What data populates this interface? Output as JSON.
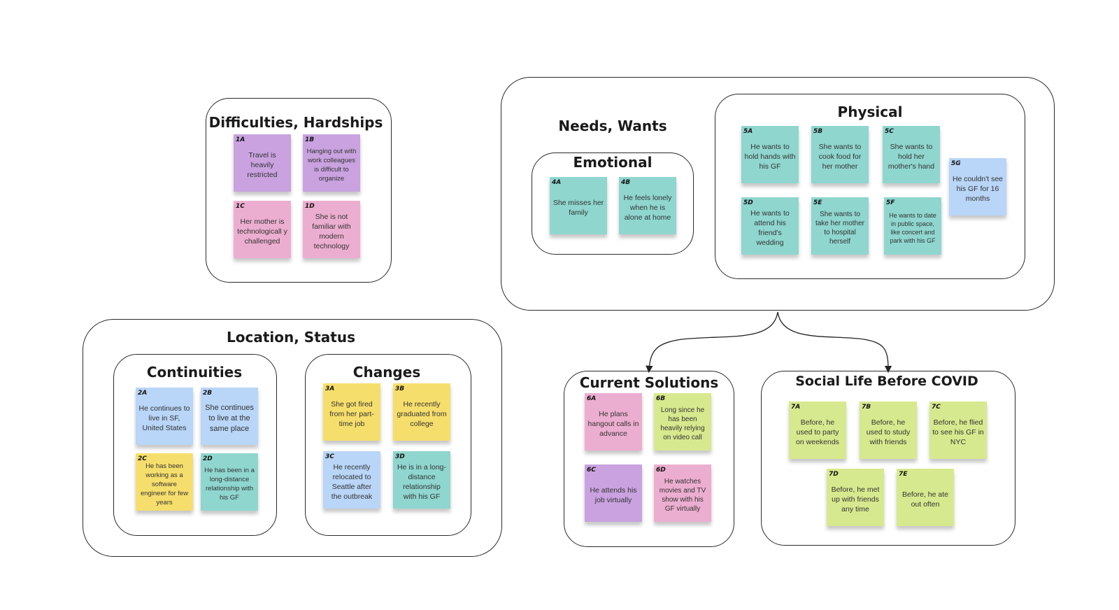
{
  "groups": {
    "difficulties": "Difficulties, Hardships",
    "needs": "Needs, Wants",
    "emotional": "Emotional",
    "physical": "Physical",
    "location": "Location, Status",
    "continuities": "Continuities",
    "changes": "Changes",
    "current_solutions": "Current Solutions",
    "social_life": "Social Life Before COVID"
  },
  "notes": {
    "n1a": {
      "tag": "1A",
      "text": "Travel is heavily restricted",
      "color": "#c9a2df"
    },
    "n1b": {
      "tag": "1B",
      "text": "Hanging out with work colleagues is difficult to organize",
      "color": "#c9a2df"
    },
    "n1c": {
      "tag": "1C",
      "text": "Her mother is technologicall y challenged",
      "color": "#ecaed0"
    },
    "n1d": {
      "tag": "1D",
      "text": "She is not familiar with modern technology",
      "color": "#ecaed0"
    },
    "n4a": {
      "tag": "4A",
      "text": "She misses her family",
      "color": "#8fd6cf"
    },
    "n4b": {
      "tag": "4B",
      "text": "He feels lonely when he is alone at home",
      "color": "#8fd6cf"
    },
    "n5a": {
      "tag": "5A",
      "text": "He wants to hold hands with his GF",
      "color": "#8fd6cf"
    },
    "n5b": {
      "tag": "5B",
      "text": "She wants to cook food for her mother",
      "color": "#8fd6cf"
    },
    "n5c": {
      "tag": "5C",
      "text": "She wants to hold her mother's hand",
      "color": "#8fd6cf"
    },
    "n5d": {
      "tag": "5D",
      "text": "He wants to attend his friend's wedding",
      "color": "#8fd6cf"
    },
    "n5e": {
      "tag": "5E",
      "text": "She wants to take her mother to hospital herself",
      "color": "#8fd6cf"
    },
    "n5f": {
      "tag": "5F",
      "text": "He wants to date in public space, like concert and park with his GF",
      "color": "#8fd6cf"
    },
    "n5g": {
      "tag": "5G",
      "text": "He couldn't see his GF for 16 months",
      "color": "#b9d5f7"
    },
    "n2a": {
      "tag": "2A",
      "text": "He continues to live in SF, United States",
      "color": "#b9d5f7"
    },
    "n2b": {
      "tag": "2B",
      "text": "She continues to live at the same place",
      "color": "#b9d5f7"
    },
    "n2c": {
      "tag": "2C",
      "text": "He has been working as a software engineer for few years",
      "color": "#f6de6c"
    },
    "n2d": {
      "tag": "2D",
      "text": "He has been in a long-distance relationship with his GF",
      "color": "#8fd6cf"
    },
    "n3a": {
      "tag": "3A",
      "text": "She got fired from her part-time job",
      "color": "#f6de6c"
    },
    "n3b": {
      "tag": "3B",
      "text": "He recently graduated from college",
      "color": "#f6de6c"
    },
    "n3c": {
      "tag": "3C",
      "text": "He recently relocated to Seattle after the outbreak",
      "color": "#b9d5f7"
    },
    "n3d": {
      "tag": "3D",
      "text": "He is in a long-distance relationship with his GF",
      "color": "#8fd6cf"
    },
    "n6a": {
      "tag": "6A",
      "text": "He plans hangout calls in advance",
      "color": "#ecaed0"
    },
    "n6b": {
      "tag": "6B",
      "text": "Long since he has been heavily relying on video call",
      "color": "#d7e98e"
    },
    "n6c": {
      "tag": "6C",
      "text": "He attends his job virtually",
      "color": "#c9a2df"
    },
    "n6d": {
      "tag": "6D",
      "text": "He watches movies and TV show with his GF virtually",
      "color": "#ecaed0"
    },
    "n7a": {
      "tag": "7A",
      "text": "Before, he used to party on weekends",
      "color": "#d7e98e"
    },
    "n7b": {
      "tag": "7B",
      "text": "Before, he used to study with friends",
      "color": "#d7e98e"
    },
    "n7c": {
      "tag": "7C",
      "text": "Before, he flied to see his GF in NYC",
      "color": "#d7e98e"
    },
    "n7d": {
      "tag": "7D",
      "text": "Before, he met up with friends any time",
      "color": "#d7e98e"
    },
    "n7e": {
      "tag": "7E",
      "text": "Before, he ate out often",
      "color": "#d7e98e"
    }
  }
}
